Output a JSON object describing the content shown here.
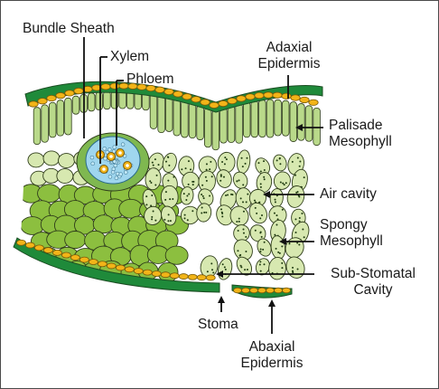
{
  "labels": {
    "bundle_sheath": "Bundle Sheath",
    "xylem": "Xylem",
    "phloem": "Phloem",
    "adaxial_epidermis_1": "Adaxial",
    "adaxial_epidermis_2": "Epidermis",
    "palisade_mesophyll_1": "Palisade",
    "palisade_mesophyll_2": "Mesophyll",
    "air_cavity": "Air cavity",
    "spongy_mesophyll_1": "Spongy",
    "spongy_mesophyll_2": "Mesophyll",
    "sub_stomatal_cavity_1": "Sub-Stomatal",
    "sub_stomatal_cavity_2": "Cavity",
    "stoma": "Stoma",
    "abaxial_epidermis_1": "Abaxial",
    "abaxial_epidermis_2": "Epidermis"
  },
  "colors": {
    "epidermis_green": "#1f8a3a",
    "epidermis_yellow": "#f2b418",
    "palisade": "#b9d98a",
    "spongy_light": "#d7e8b0",
    "parenchyma_dark": "#8cbf3f",
    "bundle_sheath": "#7fb850",
    "vascular_blue": "#9fd6ee",
    "outline": "#2f3d1a"
  }
}
